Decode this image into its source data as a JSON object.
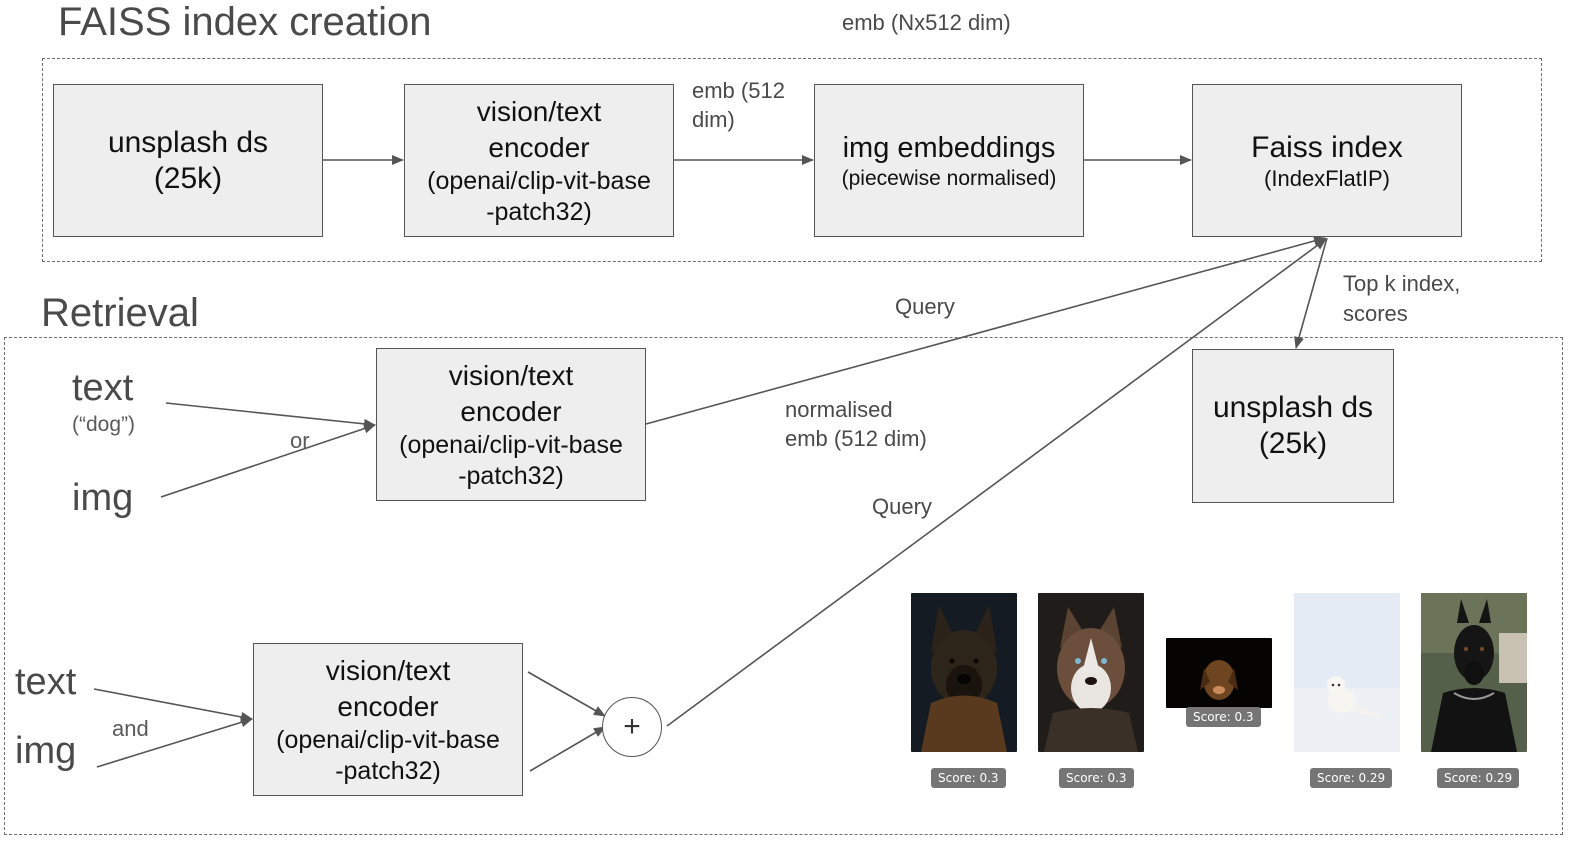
{
  "titles": {
    "index_creation": "FAISS index creation",
    "retrieval": "Retrieval"
  },
  "index_creation": {
    "source_box": {
      "line1": "unsplash ds",
      "line2": "(25k)"
    },
    "encoder_box": {
      "line1": "vision/text",
      "line2": "encoder",
      "line3": "(openai/clip-vit-base",
      "line4": "-patch32)"
    },
    "embeddings_box": {
      "line1": "img embeddings",
      "line2": "(piecewise normalised)"
    },
    "faiss_box": {
      "line1": "Faiss index",
      "line2": "(IndexFlatIP)"
    },
    "label_emb_512": {
      "line1": "emb (512",
      "line2": "dim)"
    },
    "label_emb_nx512": "emb (Nx512 dim)"
  },
  "retrieval": {
    "topk_label": {
      "line1": "Top k index,",
      "line2": "scores"
    },
    "result_box": {
      "line1": "unsplash ds",
      "line2": "(25k)"
    },
    "query_label_1": "Query",
    "query_label_2": "Query",
    "normalised_label": {
      "line1": "normalised",
      "line2": "emb (512 dim)"
    },
    "single": {
      "text_input": "text",
      "text_example": "(“dog”)",
      "img_input": "img",
      "conjunction": "or",
      "encoder_box": {
        "line1": "vision/text",
        "line2": "encoder",
        "line3": "(openai/clip-vit-base",
        "line4": "-patch32)"
      }
    },
    "combined": {
      "text_input": "text",
      "img_input": "img",
      "conjunction": "and",
      "encoder_box": {
        "line1": "vision/text",
        "line2": "encoder",
        "line3": "(openai/clip-vit-base",
        "line4": "-patch32)"
      },
      "sum_symbol": "+"
    },
    "results": [
      {
        "score": "Score: 0.3"
      },
      {
        "score": "Score: 0.3"
      },
      {
        "score": "Score: 0.3"
      },
      {
        "score": "Score: 0.29"
      },
      {
        "score": "Score: 0.29"
      }
    ]
  },
  "colors": {
    "box_fill": "#eeeeee",
    "box_border": "#555555",
    "arrow": "#555555",
    "score_badge": "#757575"
  }
}
